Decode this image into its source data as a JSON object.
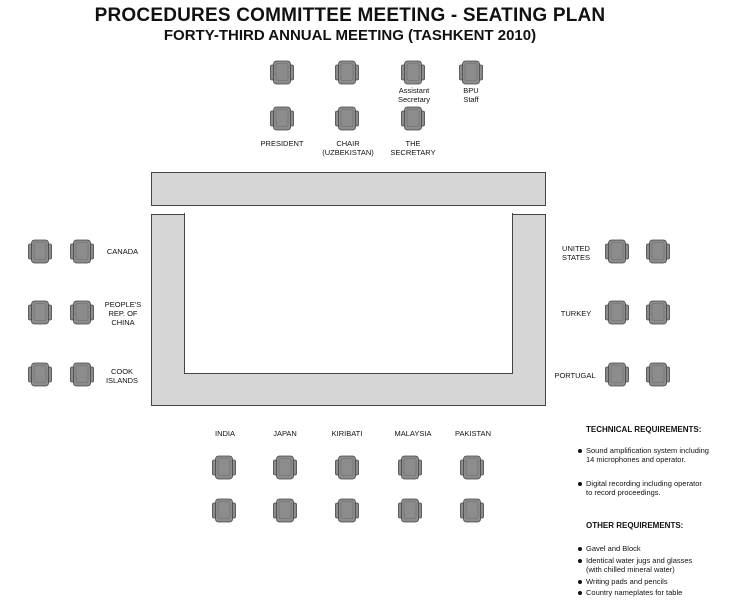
{
  "title": "PROCEDURES COMMITTEE MEETING - SEATING PLAN",
  "subtitle": "FORTY-THIRD ANNUAL MEETING (TASHKENT 2010)",
  "head_table": {
    "assistant_secretary": "Assistant\nSecretary",
    "bpu_staff": "BPU\nStaff",
    "president": "PRESIDENT",
    "chair": "CHAIR\n(UZBEKISTAN)",
    "the_secretary": "THE\nSECRETARY"
  },
  "left_delegations": [
    {
      "label": "CANADA"
    },
    {
      "label": "PEOPLE'S\nREP. OF\nCHINA"
    },
    {
      "label": "COOK\nISLANDS"
    }
  ],
  "right_delegations": [
    {
      "label": "UNITED\nSTATES"
    },
    {
      "label": "TURKEY"
    },
    {
      "label": "PORTUGAL"
    }
  ],
  "bottom_delegations": [
    {
      "label": "INDIA"
    },
    {
      "label": "JAPAN"
    },
    {
      "label": "KIRIBATI"
    },
    {
      "label": "MALAYSIA"
    },
    {
      "label": "PAKISTAN"
    }
  ],
  "technical": {
    "heading": "TECHNICAL REQUIREMENTS:",
    "items": [
      "Sound amplification system including\n14 microphones and operator.",
      "Digital recording including operator\nto record proceedings."
    ]
  },
  "other": {
    "heading": "OTHER REQUIREMENTS:",
    "items": [
      "Gavel and Block",
      "Identical water jugs and glasses\n(with chilled mineral water)",
      "Writing pads and pencils",
      "Country nameplates for table"
    ]
  },
  "colors": {
    "table_fill": "#d6d6d6",
    "chair_fill": "#8c8c8c",
    "outline": "#444444"
  }
}
